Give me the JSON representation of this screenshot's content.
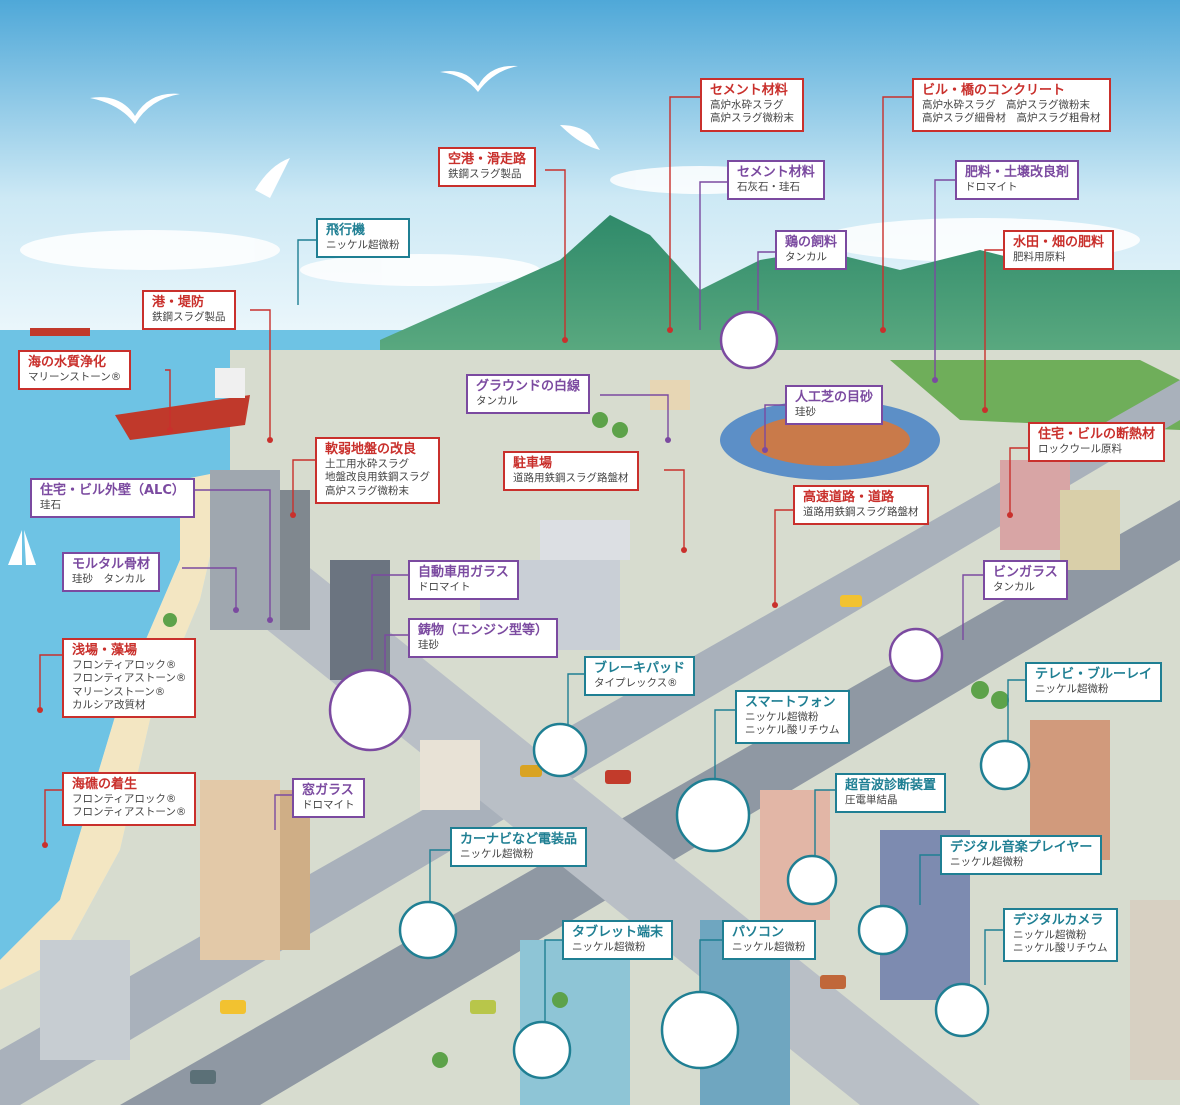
{
  "colors": {
    "red": "#c9302c",
    "teal": "#1f7f93",
    "purple": "#7b4aa0",
    "sky": "#bfe3f3",
    "sea": "#6ec3e4",
    "mountain": "#3c9a6a",
    "road": "#9aa3ad"
  },
  "labels": [
    {
      "id": "cement1",
      "title": "セメント材料",
      "lines": [
        "高炉水砕スラグ",
        "高炉スラグ微粉末"
      ],
      "color": "red"
    },
    {
      "id": "concrete",
      "title": "ビル・橋のコンクリート",
      "lines": [
        "高炉水砕スラグ　高炉スラグ微粉末",
        "高炉スラグ細骨材　高炉スラグ粗骨材"
      ],
      "color": "red"
    },
    {
      "id": "airport",
      "title": "空港・滑走路",
      "lines": [
        "鉄鋼スラグ製品"
      ],
      "color": "red"
    },
    {
      "id": "cement2",
      "title": "セメント材料",
      "lines": [
        "石灰石・珪石"
      ],
      "color": "purple"
    },
    {
      "id": "fertilizer",
      "title": "肥料・土壌改良剤",
      "lines": [
        "ドロマイト"
      ],
      "color": "purple"
    },
    {
      "id": "airplane",
      "title": "飛行機",
      "lines": [
        "ニッケル超微粉"
      ],
      "color": "teal"
    },
    {
      "id": "chicken",
      "title": "鶏の飼料",
      "lines": [
        "タンカル"
      ],
      "color": "purple"
    },
    {
      "id": "paddy",
      "title": "水田・畑の肥料",
      "lines": [
        "肥料用原料"
      ],
      "color": "red"
    },
    {
      "id": "port",
      "title": "港・堤防",
      "lines": [
        "鉄鋼スラグ製品"
      ],
      "color": "red"
    },
    {
      "id": "water",
      "title": "海の水質浄化",
      "lines": [
        "マリーンストーン®"
      ],
      "color": "red"
    },
    {
      "id": "ground",
      "title": "グラウンドの白線",
      "lines": [
        "タンカル"
      ],
      "color": "purple"
    },
    {
      "id": "turf",
      "title": "人工芝の目砂",
      "lines": [
        "珪砂"
      ],
      "color": "purple"
    },
    {
      "id": "insulation",
      "title": "住宅・ビルの断熱材",
      "lines": [
        "ロックウール原料"
      ],
      "color": "red"
    },
    {
      "id": "softground",
      "title": "軟弱地盤の改良",
      "lines": [
        "土工用水砕スラグ",
        "地盤改良用鉄鋼スラグ",
        "高炉スラグ微粉末"
      ],
      "color": "red"
    },
    {
      "id": "alc",
      "title": "住宅・ビル外壁（ALC）",
      "lines": [
        "珪石"
      ],
      "color": "purple"
    },
    {
      "id": "parking",
      "title": "駐車場",
      "lines": [
        "道路用鉄鋼スラグ路盤材"
      ],
      "color": "red"
    },
    {
      "id": "highway",
      "title": "高速道路・道路",
      "lines": [
        "道路用鉄鋼スラグ路盤材"
      ],
      "color": "red"
    },
    {
      "id": "mortar",
      "title": "モルタル骨材",
      "lines": [
        "珪砂　タンカル"
      ],
      "color": "purple"
    },
    {
      "id": "carglass",
      "title": "自動車用ガラス",
      "lines": [
        "ドロマイト"
      ],
      "color": "purple"
    },
    {
      "id": "casting",
      "title": "鋳物（エンジン型等）",
      "lines": [
        "珪砂"
      ],
      "color": "purple"
    },
    {
      "id": "bottle",
      "title": "ビンガラス",
      "lines": [
        "タンカル"
      ],
      "color": "purple"
    },
    {
      "id": "tidal",
      "title": "浅場・藻場",
      "lines": [
        "フロンティアロック®",
        "フロンティアストーン®",
        "マリーンストーン®",
        "カルシア改質材"
      ],
      "color": "red"
    },
    {
      "id": "brake",
      "title": "ブレーキパッド",
      "lines": [
        "タイプレックス®"
      ],
      "color": "teal"
    },
    {
      "id": "tv",
      "title": "テレビ・ブルーレイ",
      "lines": [
        "ニッケル超微粉"
      ],
      "color": "teal"
    },
    {
      "id": "phone",
      "title": "スマートフォン",
      "lines": [
        "ニッケル超微粉",
        "ニッケル酸リチウム"
      ],
      "color": "teal"
    },
    {
      "id": "reef",
      "title": "海礁の着生",
      "lines": [
        "フロンティアロック®",
        "フロンティアストーン®"
      ],
      "color": "red"
    },
    {
      "id": "window",
      "title": "窓ガラス",
      "lines": [
        "ドロマイト"
      ],
      "color": "purple"
    },
    {
      "id": "ultrasound",
      "title": "超音波診断装置",
      "lines": [
        "圧電単結晶"
      ],
      "color": "teal"
    },
    {
      "id": "carnav",
      "title": "カーナビなど電装品",
      "lines": [
        "ニッケル超微粉"
      ],
      "color": "teal"
    },
    {
      "id": "music",
      "title": "デジタル音楽プレイヤー",
      "lines": [
        "ニッケル超微粉"
      ],
      "color": "teal"
    },
    {
      "id": "tablet",
      "title": "タブレット端末",
      "lines": [
        "ニッケル超微粉"
      ],
      "color": "teal"
    },
    {
      "id": "pc",
      "title": "パソコン",
      "lines": [
        "ニッケル超微粉"
      ],
      "color": "teal"
    },
    {
      "id": "camera",
      "title": "デジタルカメラ",
      "lines": [
        "ニッケル超微粉",
        "ニッケル酸リチウム"
      ],
      "color": "teal"
    }
  ]
}
